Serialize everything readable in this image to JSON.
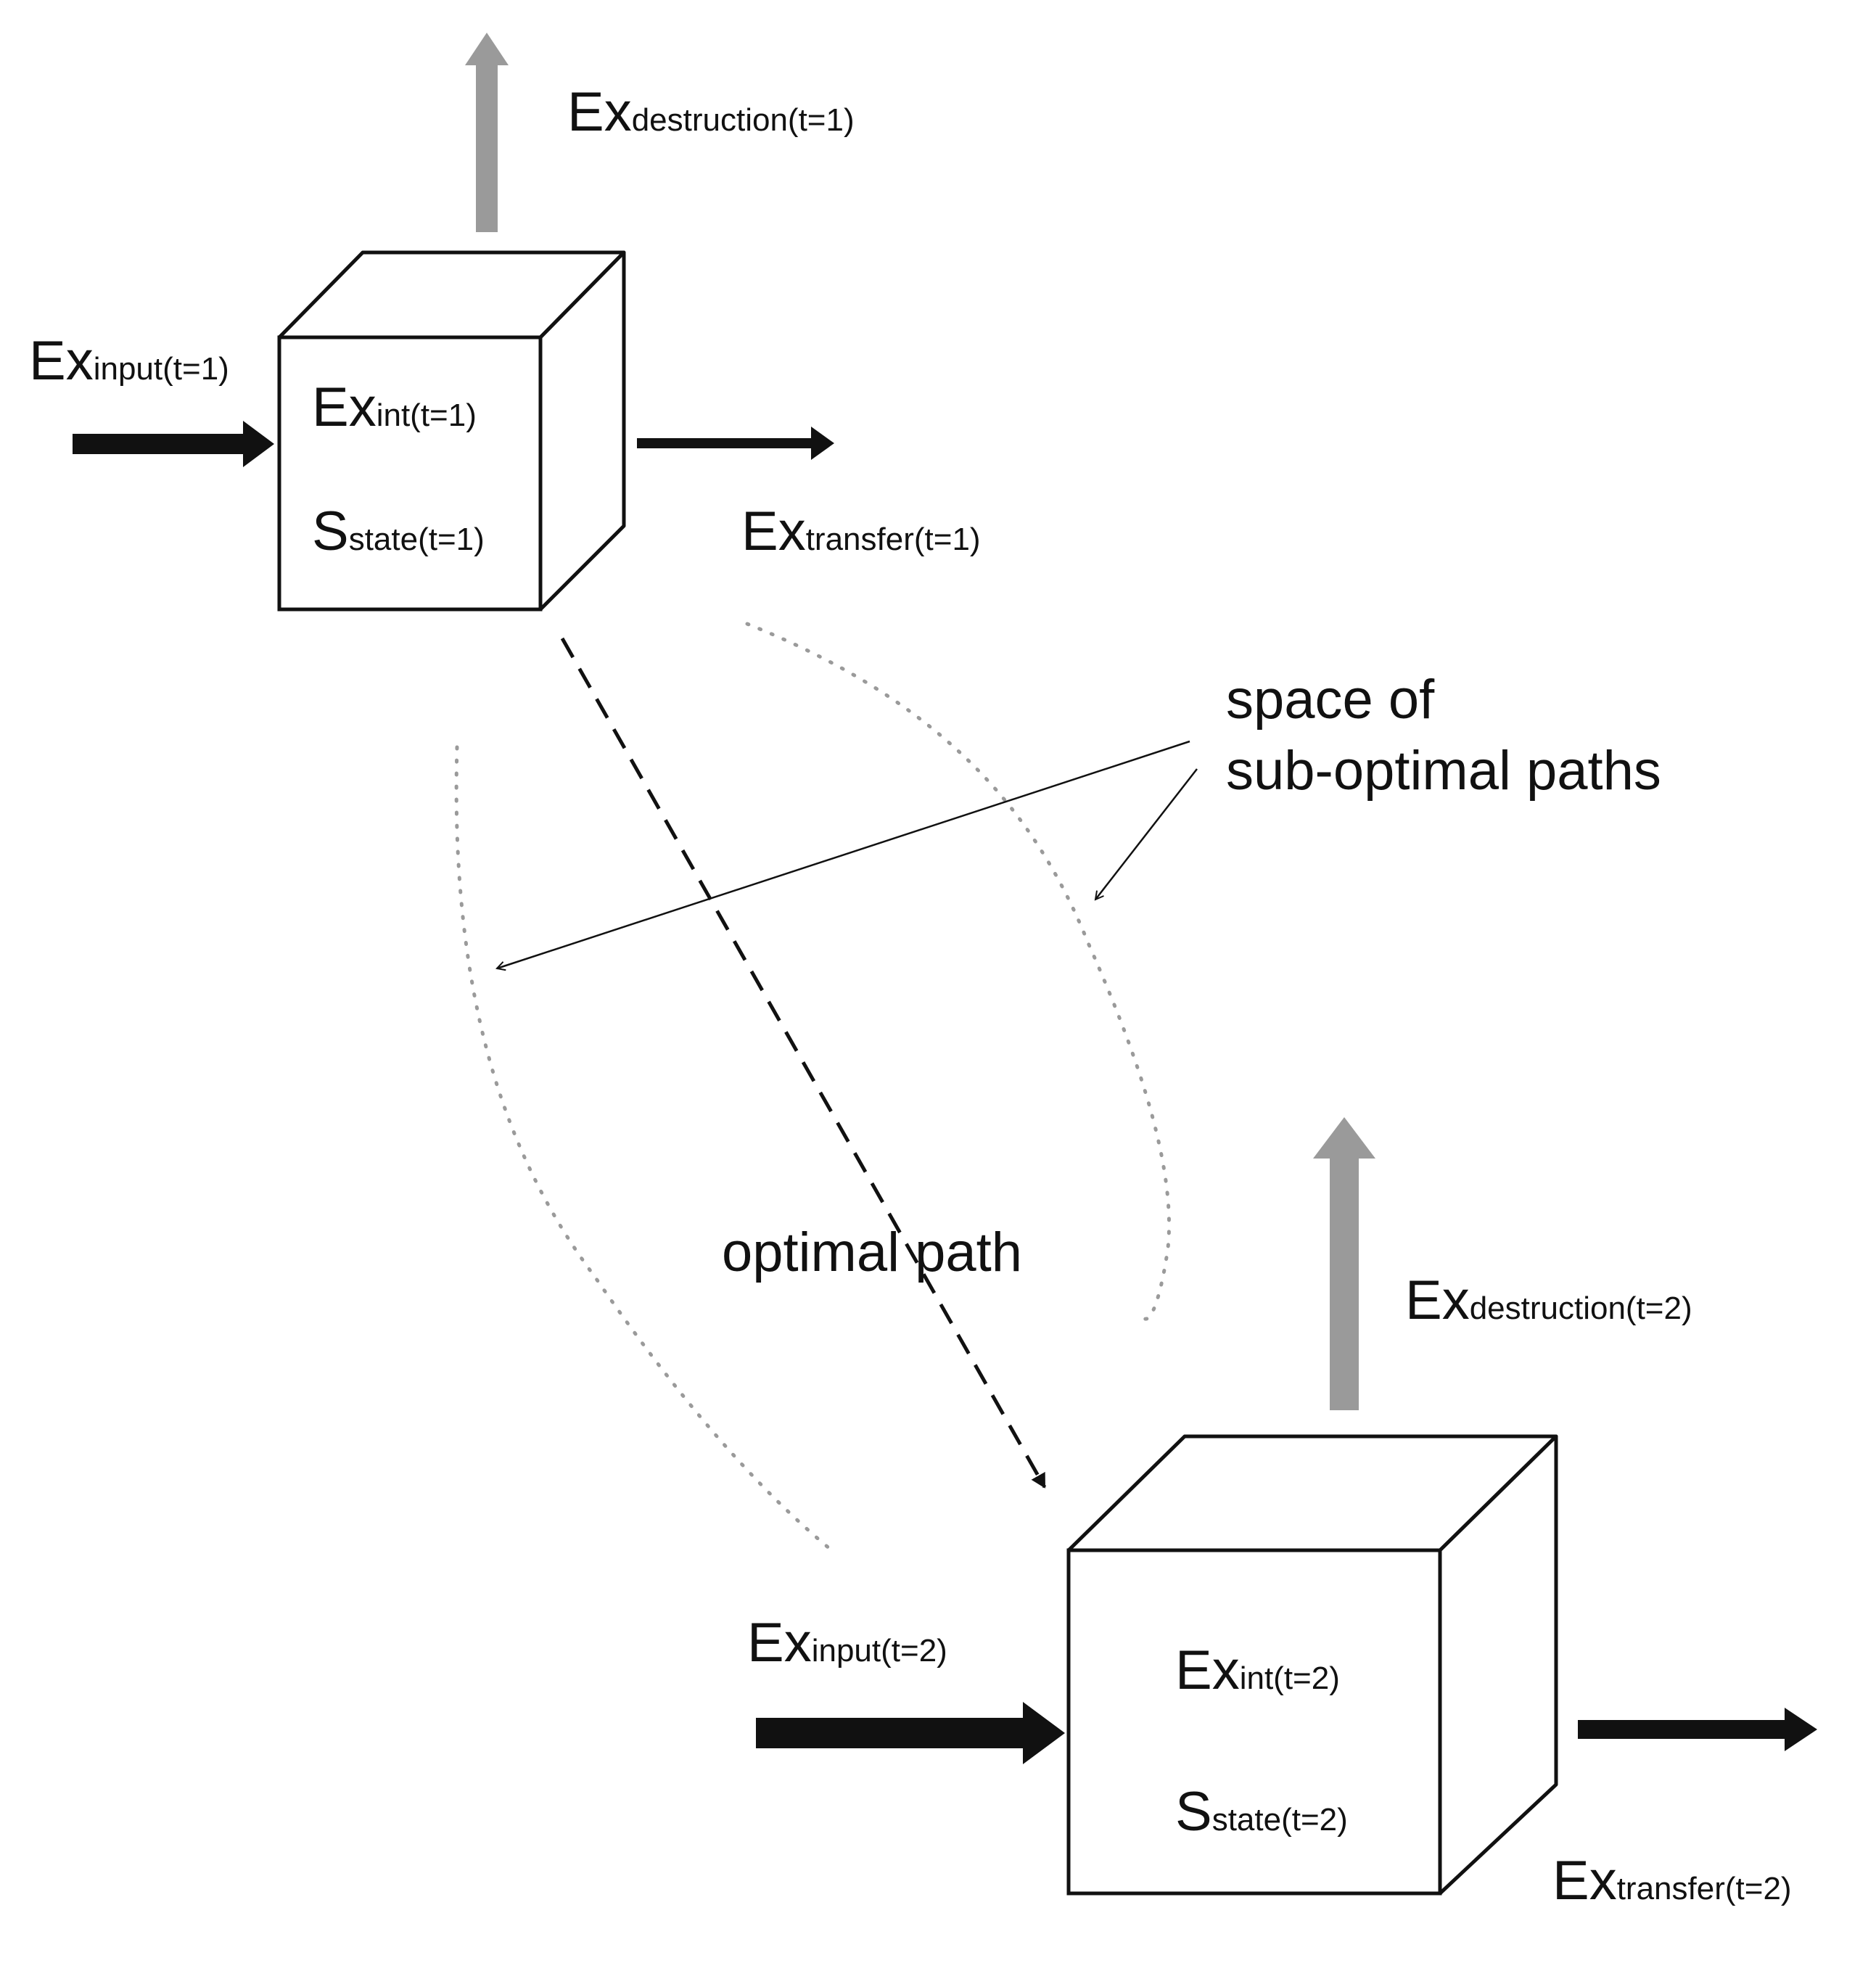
{
  "colors": {
    "stroke": "#111111",
    "destruction_arrow": "#9a9a9a",
    "dotted_boundary": "#9a9a9a",
    "background": "#ffffff"
  },
  "box1": {
    "input": {
      "main": "Ex",
      "sub": "input(t=1)"
    },
    "destruction": {
      "main": "Ex",
      "sub": "destruction(t=1)"
    },
    "transfer": {
      "main": "Ex",
      "sub": "transfer(t=1)"
    },
    "internal": {
      "main": "Ex",
      "sub": "int(t=1)"
    },
    "state": {
      "main": "S",
      "sub": "state(t=1)"
    }
  },
  "box2": {
    "input": {
      "main": "Ex",
      "sub": "input(t=2)"
    },
    "destruction": {
      "main": "Ex",
      "sub": "destruction(t=2)"
    },
    "transfer": {
      "main": "Ex",
      "sub": "transfer(t=2)"
    },
    "internal": {
      "main": "Ex",
      "sub": "int(t=2)"
    },
    "state": {
      "main": "S",
      "sub": "state(t=2)"
    }
  },
  "annotations": {
    "suboptimal_line1": "space of",
    "suboptimal_line2": "sub-optimal paths",
    "optimal": "optimal path"
  }
}
